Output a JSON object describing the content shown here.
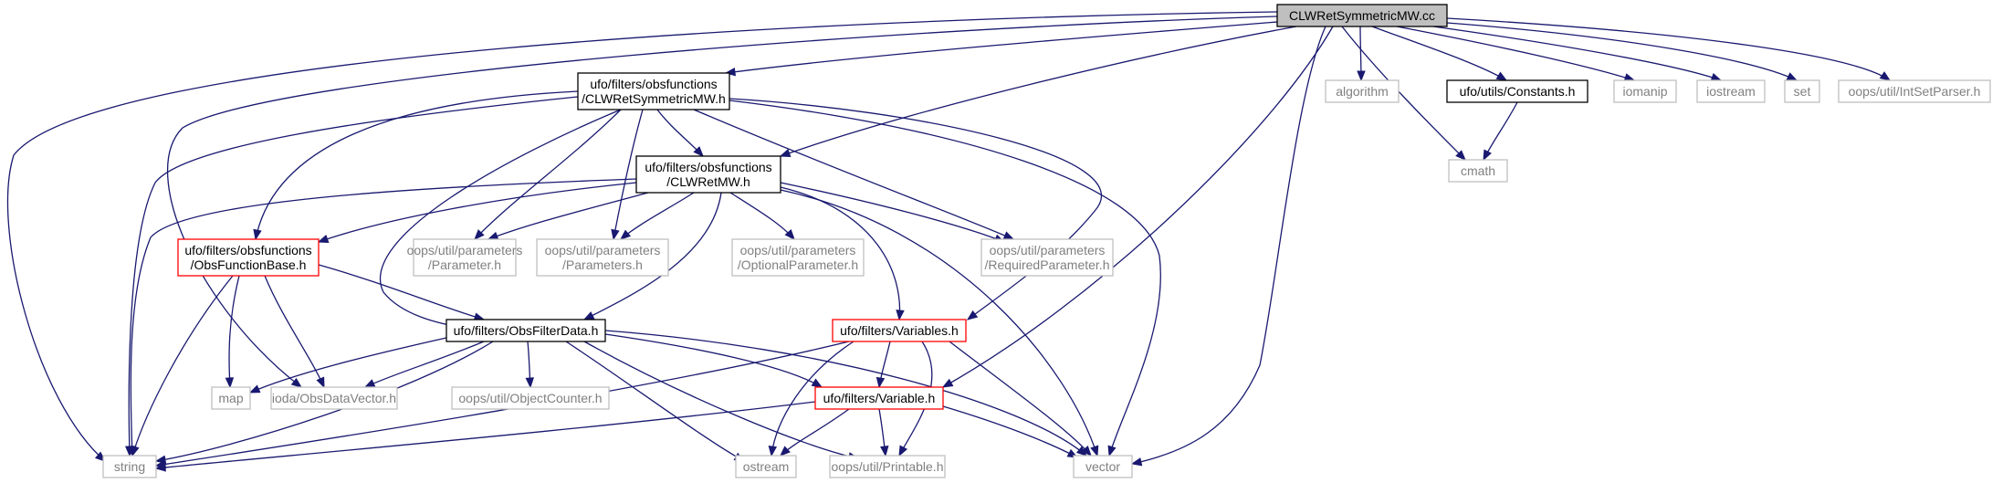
{
  "diagram": {
    "colors": {
      "root_fill": "#bfbfbf",
      "root_border": "#000000",
      "doc_border": "#000000",
      "doc_red_border": "#ff0000",
      "external_border": "#bfbfbf",
      "text_dark": "#000000",
      "text_external": "#808080",
      "edge": "#191970",
      "background": "#ffffff"
    },
    "nodes": [
      {
        "id": "root",
        "kind": "root",
        "lines": [
          "CLWRetSymmetricMW.cc"
        ]
      },
      {
        "id": "h_sym",
        "kind": "doc",
        "lines": [
          "ufo/filters/obsfunctions",
          "/CLWRetSymmetricMW.h"
        ]
      },
      {
        "id": "algorithm",
        "kind": "external",
        "lines": [
          "algorithm"
        ]
      },
      {
        "id": "constants",
        "kind": "doc",
        "lines": [
          "ufo/utils/Constants.h"
        ]
      },
      {
        "id": "iomanip",
        "kind": "external",
        "lines": [
          "iomanip"
        ]
      },
      {
        "id": "iostream",
        "kind": "external",
        "lines": [
          "iostream"
        ]
      },
      {
        "id": "set",
        "kind": "external",
        "lines": [
          "set"
        ]
      },
      {
        "id": "intsetparser",
        "kind": "external",
        "lines": [
          "oops/util/IntSetParser.h"
        ]
      },
      {
        "id": "clwretmw",
        "kind": "doc",
        "lines": [
          "ufo/filters/obsfunctions",
          "/CLWRetMW.h"
        ]
      },
      {
        "id": "cmath",
        "kind": "external",
        "lines": [
          "cmath"
        ]
      },
      {
        "id": "obsfunctionbase",
        "kind": "doc-red",
        "lines": [
          "ufo/filters/obsfunctions",
          "/ObsFunctionBase.h"
        ]
      },
      {
        "id": "parameter",
        "kind": "external",
        "lines": [
          "oops/util/parameters",
          "/Parameter.h"
        ]
      },
      {
        "id": "parameters",
        "kind": "external",
        "lines": [
          "oops/util/parameters",
          "/Parameters.h"
        ]
      },
      {
        "id": "optionalparameter",
        "kind": "external",
        "lines": [
          "oops/util/parameters",
          "/OptionalParameter.h"
        ]
      },
      {
        "id": "requiredparameter",
        "kind": "external",
        "lines": [
          "oops/util/parameters",
          "/RequiredParameter.h"
        ]
      },
      {
        "id": "obsfilterdata",
        "kind": "doc",
        "lines": [
          "ufo/filters/ObsFilterData.h"
        ]
      },
      {
        "id": "variables",
        "kind": "doc-red",
        "lines": [
          "ufo/filters/Variables.h"
        ]
      },
      {
        "id": "map",
        "kind": "external",
        "lines": [
          "map"
        ]
      },
      {
        "id": "obsdatavector",
        "kind": "external",
        "lines": [
          "ioda/ObsDataVector.h"
        ]
      },
      {
        "id": "objectcounter",
        "kind": "external",
        "lines": [
          "oops/util/ObjectCounter.h"
        ]
      },
      {
        "id": "variable",
        "kind": "doc-red",
        "lines": [
          "ufo/filters/Variable.h"
        ]
      },
      {
        "id": "string",
        "kind": "external",
        "lines": [
          "string"
        ]
      },
      {
        "id": "ostream",
        "kind": "external",
        "lines": [
          "ostream"
        ]
      },
      {
        "id": "printable",
        "kind": "external",
        "lines": [
          "oops/util/Printable.h"
        ]
      },
      {
        "id": "vector",
        "kind": "external",
        "lines": [
          "vector"
        ]
      }
    ],
    "edges": [
      [
        "root",
        "h_sym"
      ],
      [
        "root",
        "algorithm"
      ],
      [
        "root",
        "constants"
      ],
      [
        "root",
        "iomanip"
      ],
      [
        "root",
        "iostream"
      ],
      [
        "root",
        "set"
      ],
      [
        "root",
        "intsetparser"
      ],
      [
        "root",
        "clwretmw"
      ],
      [
        "root",
        "cmath"
      ],
      [
        "root",
        "string"
      ],
      [
        "root",
        "obsdatavector"
      ],
      [
        "root",
        "variable"
      ],
      [
        "root",
        "vector"
      ],
      [
        "constants",
        "cmath"
      ],
      [
        "h_sym",
        "clwretmw"
      ],
      [
        "h_sym",
        "string"
      ],
      [
        "h_sym",
        "obsfunctionbase"
      ],
      [
        "h_sym",
        "parameter"
      ],
      [
        "h_sym",
        "parameters"
      ],
      [
        "h_sym",
        "requiredparameter"
      ],
      [
        "h_sym",
        "obsfilterdata"
      ],
      [
        "h_sym",
        "variables"
      ],
      [
        "h_sym",
        "vector"
      ],
      [
        "clwretmw",
        "string"
      ],
      [
        "clwretmw",
        "obsfunctionbase"
      ],
      [
        "clwretmw",
        "parameter"
      ],
      [
        "clwretmw",
        "parameters"
      ],
      [
        "clwretmw",
        "optionalparameter"
      ],
      [
        "clwretmw",
        "requiredparameter"
      ],
      [
        "clwretmw",
        "obsfilterdata"
      ],
      [
        "clwretmw",
        "variables"
      ],
      [
        "clwretmw",
        "vector"
      ],
      [
        "obsfunctionbase",
        "map"
      ],
      [
        "obsfunctionbase",
        "obsdatavector"
      ],
      [
        "obsfunctionbase",
        "string"
      ],
      [
        "obsfunctionbase",
        "obsfilterdata"
      ],
      [
        "obsfilterdata",
        "map"
      ],
      [
        "obsfilterdata",
        "obsdatavector"
      ],
      [
        "obsfilterdata",
        "objectcounter"
      ],
      [
        "obsfilterdata",
        "variable"
      ],
      [
        "obsfilterdata",
        "string"
      ],
      [
        "obsfilterdata",
        "ostream"
      ],
      [
        "obsfilterdata",
        "printable"
      ],
      [
        "obsfilterdata",
        "vector"
      ],
      [
        "variables",
        "variable"
      ],
      [
        "variables",
        "string"
      ],
      [
        "variables",
        "ostream"
      ],
      [
        "variables",
        "printable"
      ],
      [
        "variables",
        "vector"
      ],
      [
        "variable",
        "string"
      ],
      [
        "variable",
        "ostream"
      ],
      [
        "variable",
        "printable"
      ],
      [
        "variable",
        "vector"
      ]
    ]
  }
}
